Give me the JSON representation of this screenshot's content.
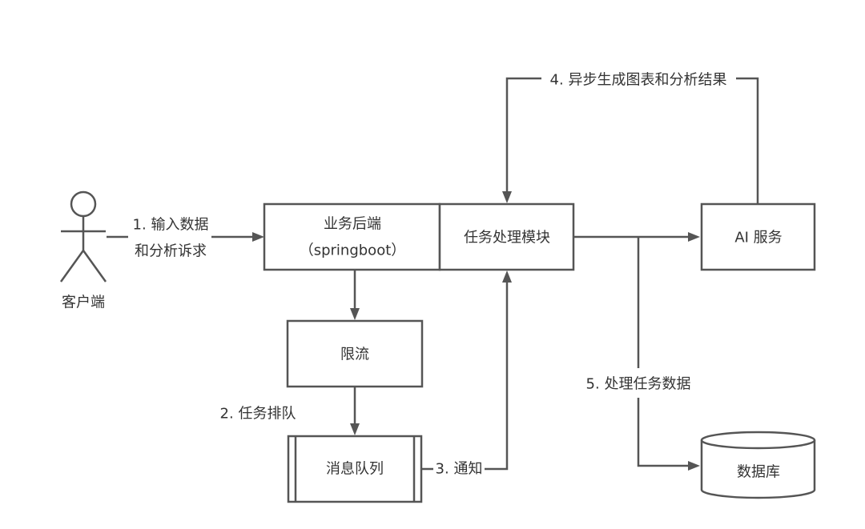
{
  "colors": {
    "stroke": "#555555",
    "text": "#333333",
    "background": "#ffffff"
  },
  "actor": {
    "id": "client",
    "label": "客户端"
  },
  "nodes": {
    "backend": {
      "title": "业务后端",
      "subtitle": "（springboot）"
    },
    "task_module": {
      "label": "任务处理模块"
    },
    "ai_service": {
      "label": "AI 服务"
    },
    "rate_limit": {
      "label": "限流"
    },
    "message_queue": {
      "label": "消息队列"
    },
    "database": {
      "label": "数据库"
    }
  },
  "edges": [
    {
      "from": "client",
      "to": "backend",
      "label": [
        "1. 输入数据",
        "和分析诉求"
      ]
    },
    {
      "from": "backend",
      "to": "rate_limit",
      "label": []
    },
    {
      "from": "rate_limit",
      "to": "message_queue",
      "label": [
        "2. 任务排队"
      ]
    },
    {
      "from": "message_queue",
      "to": "task_module",
      "label": [
        "3. 通知"
      ]
    },
    {
      "from": "ai_service",
      "to": "task_module",
      "label": [
        "4. 异步生成图表和分析结果"
      ]
    },
    {
      "from": "task_module",
      "to": "ai_service",
      "label": []
    },
    {
      "from": "task_module",
      "to": "database",
      "label": [
        "5. 处理任务数据"
      ]
    }
  ]
}
